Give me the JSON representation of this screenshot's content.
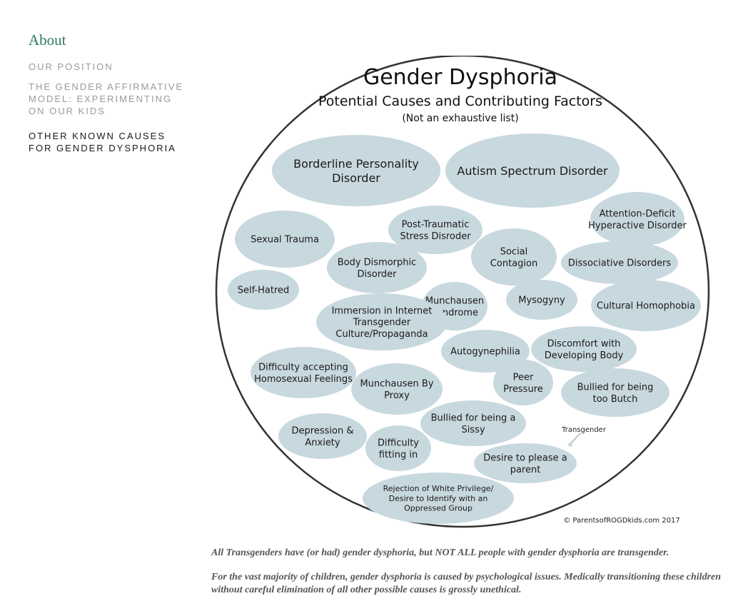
{
  "sidebar": {
    "title": "About",
    "items": [
      {
        "label": "OUR POSITION"
      },
      {
        "label": "THE GENDER AFFIRMATIVE MODEL: EXPERIMENTING ON OUR KIDS"
      },
      {
        "label": "OTHER KNOWN CAUSES FOR GENDER DYSPHORIA",
        "active": true
      }
    ]
  },
  "figure": {
    "title": "Gender Dysphoria",
    "subtitle": "Potential Causes and Contributing Factors",
    "note": "(Not an exhaustive list)",
    "circle_fill": "#ffffff",
    "bubble_fill": "#c8d8df",
    "bubbles": [
      {
        "lines": [
          "Borderline Personality",
          "Disorder"
        ]
      },
      {
        "lines": [
          "Autism Spectrum Disorder"
        ]
      },
      {
        "lines": [
          "Attention-Deficit",
          "Hyperactive Disorder"
        ]
      },
      {
        "lines": [
          "Post-Traumatic",
          "Stress Disroder"
        ]
      },
      {
        "lines": [
          "Sexual Trauma"
        ]
      },
      {
        "lines": [
          "Social",
          "Contagion"
        ]
      },
      {
        "lines": [
          "Dissociative Disorders"
        ]
      },
      {
        "lines": [
          "Body Dismorphic",
          "Disorder"
        ]
      },
      {
        "lines": [
          "Self-Hatred"
        ]
      },
      {
        "lines": [
          "Munchausen",
          "Syndrome"
        ]
      },
      {
        "lines": [
          "Mysogyny"
        ]
      },
      {
        "lines": [
          "Cultural Homophobia"
        ]
      },
      {
        "lines": [
          "Immersion in Internet",
          "Transgender",
          "Culture/Propaganda"
        ]
      },
      {
        "lines": [
          "Autogynephilia"
        ]
      },
      {
        "lines": [
          "Discomfort with",
          "Developing Body"
        ]
      },
      {
        "lines": [
          "Difficulty accepting",
          "Homosexual Feelings"
        ]
      },
      {
        "lines": [
          "Munchausen By",
          "Proxy"
        ]
      },
      {
        "lines": [
          "Peer",
          "Pressure"
        ]
      },
      {
        "lines": [
          "Bullied for being",
          "too Butch"
        ]
      },
      {
        "lines": [
          "Bullied for being a",
          "Sissy"
        ]
      },
      {
        "lines": [
          "Depression &",
          "Anxiety"
        ]
      },
      {
        "lines": [
          "Difficulty",
          "fitting in"
        ]
      },
      {
        "lines": [
          "Desire to please a",
          "parent"
        ]
      },
      {
        "lines": [
          "Rejection of White Privilege/",
          "Desire to Identify with an",
          "Oppressed Group"
        ]
      }
    ],
    "small_label": "Transgender",
    "copyright": "© ParentsofROGDkids.com 2017"
  },
  "captions": [
    "All Transgenders have (or had) gender dysphoria, but NOT ALL people with gender dysphoria are transgender.",
    "For the vast majority of children, gender dysphoria is caused by psychological issues.  Medically transitioning these children without careful elimination of all other possible causes is grossly unethical."
  ]
}
